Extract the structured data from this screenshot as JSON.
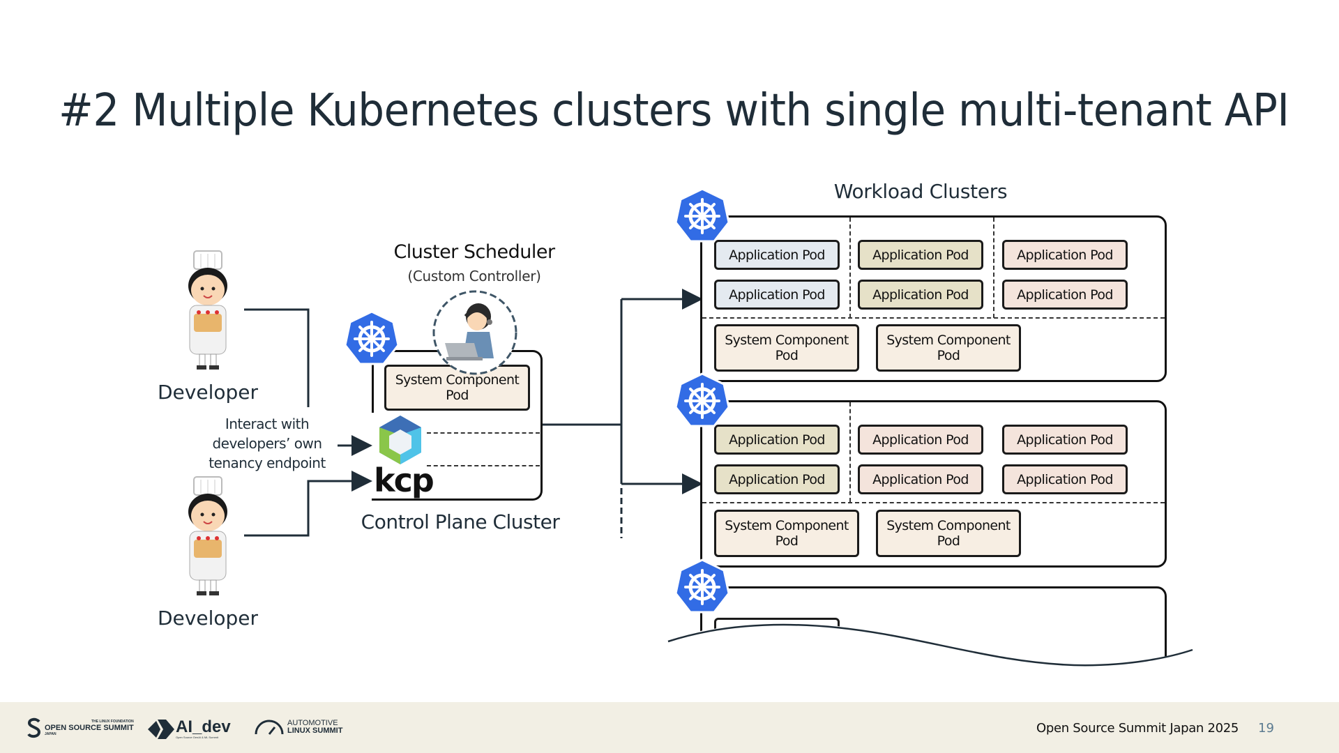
{
  "slide": {
    "title": "#2 Multiple Kubernetes clusters with single multi-tenant API",
    "page_number": "19",
    "footer_text": "Open Source Summit Japan 2025"
  },
  "footer_logos": [
    {
      "name": "Open Source Summit Japan",
      "text": "OPEN SOURCE SUMMIT",
      "sub": "THE LINUX FOUNDATION",
      "sub2": "JAPAN"
    },
    {
      "name": "AI_dev",
      "text": "AI_dev",
      "sub": "Open Source GenAI & ML Summit"
    },
    {
      "name": "Automotive Linux Summit",
      "text": "AUTOMOTIVE",
      "text2": "LINUX SUMMIT"
    }
  ],
  "developers": [
    {
      "label": "Developer"
    },
    {
      "label": "Developer"
    }
  ],
  "interaction_note": [
    "Interact with",
    "developers’ own",
    "tenancy endpoint"
  ],
  "scheduler": {
    "title": "Cluster Scheduler",
    "subtitle": "(Custom Controller)"
  },
  "control_plane": {
    "label": "Control Plane Cluster",
    "pod": [
      "System Component",
      "Pod"
    ],
    "kcp_label": "kcp"
  },
  "workload": {
    "title": "Workload Clusters",
    "app_pod_label": "Application Pod",
    "sys_pod_label": [
      "System Component",
      "Pod"
    ],
    "colors": {
      "blue": "#e4eaf0",
      "olive": "#e6e1c8",
      "pink": "#f4e4dc",
      "system": "#f7eee3",
      "kubernetes": "#326ce5"
    },
    "clusters": [
      {
        "app_pods": [
          [
            "blue",
            "olive",
            "pink"
          ],
          [
            "blue",
            "olive",
            "pink"
          ]
        ],
        "system_pods": 2
      },
      {
        "app_pods": [
          [
            "olive",
            "pink",
            "pink"
          ],
          [
            "olive",
            "pink",
            "pink"
          ]
        ],
        "system_pods": 2
      },
      {
        "app_pods": [
          [
            "partial"
          ]
        ],
        "system_pods": 0
      }
    ]
  }
}
